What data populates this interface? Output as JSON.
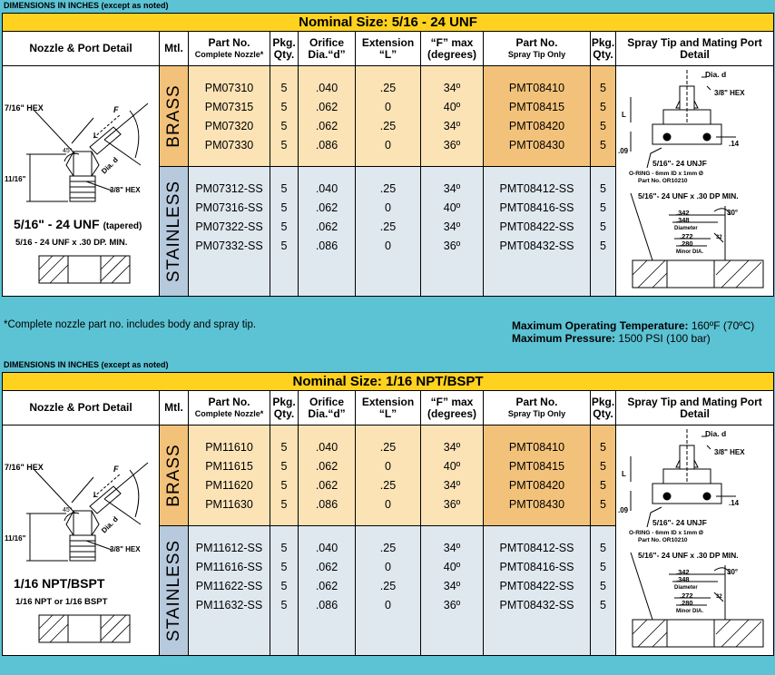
{
  "sections": [
    {
      "dims_label": "DIMENSIONS IN INCHES (except as noted)",
      "nominal": "Nominal Size: 5/16 - 24 UNF",
      "headers": {
        "nozzle": "Nozzle & Port Detail",
        "mtl": "Mtl.",
        "part_no": "Part No.",
        "part_no_sub": "Complete Nozzle*",
        "pkg": "Pkg. Qty.",
        "orifice": "Orifice Dia.“d”",
        "extension": "Extension “L”",
        "fmax": "“F” max (degrees)",
        "tip_part": "Part No.",
        "tip_part_sub": "Spray Tip Only",
        "tip_pkg": "Pkg. Qty.",
        "spray": "Spray Tip and Mating Port Detail"
      },
      "nozzle_detail": {
        "hex_top": "7/16\" HEX",
        "hex_bottom": "3/8\" HEX",
        "dim_f": "F",
        "dim_l": "L",
        "dim_d": "Dia. d",
        "angle": "45°",
        "height": "11/16\"",
        "thread_title": "5/16\" - 24 UNF",
        "thread_note": "(tapered)",
        "port_text": "5/16 - 24 UNF x .30 DP. MIN."
      },
      "brass": {
        "label": "BRASS",
        "part_nos": [
          "PM07310",
          "PM07315",
          "PM07320",
          "PM07330"
        ],
        "pkg": [
          "5",
          "5",
          "5",
          "5"
        ],
        "orifice": [
          ".040",
          ".062",
          ".062",
          ".086"
        ],
        "extension": [
          ".25",
          "0",
          ".25",
          "0"
        ],
        "fmax": [
          "34º",
          "40º",
          "34º",
          "36º"
        ],
        "tip_part_nos": [
          "PMT08410",
          "PMT08415",
          "PMT08420",
          "PMT08430"
        ],
        "tip_pkg": [
          "5",
          "5",
          "5",
          "5"
        ]
      },
      "stainless": {
        "label": "STAINLESS",
        "part_nos": [
          "PM07312-SS",
          "PM07316-SS",
          "PM07322-SS",
          "PM07332-SS"
        ],
        "pkg": [
          "5",
          "5",
          "5",
          "5"
        ],
        "orifice": [
          ".040",
          ".062",
          ".062",
          ".086"
        ],
        "extension": [
          ".25",
          "0",
          ".25",
          "0"
        ],
        "fmax": [
          "34º",
          "40º",
          "34º",
          "36º"
        ],
        "tip_part_nos": [
          "PMT08412-SS",
          "PMT08416-SS",
          "PMT08422-SS",
          "PMT08432-SS"
        ],
        "tip_pkg": [
          "5",
          "5",
          "5",
          "5"
        ]
      },
      "spray_detail": {
        "dia_d": "Dia. d",
        "hex": "3/8\" HEX",
        "l": "L",
        "dim_14": ".14",
        "dim_09": ".09",
        "thread": "5/16\"- 24 UNJF",
        "oring": "O-RING - 6mm ID x 1mm Ø",
        "oring_part": "Part No. OR10210",
        "port": "5/16\"- 24 UNF x .30 DP MIN.",
        "d342": ".342",
        "d348": ".348",
        "diameter": "Diameter",
        "d272": ".272",
        "d280": ".280",
        "minor": "Minor DIA.",
        "a30": "30°",
        "a32": "32"
      }
    },
    {
      "dims_label": "DIMENSIONS IN INCHES (except as noted)",
      "nominal": "Nominal Size: 1/16 NPT/BSPT",
      "headers": {
        "nozzle": "Nozzle & Port Detail",
        "mtl": "Mtl.",
        "part_no": "Part No.",
        "part_no_sub": "Complete Nozzle*",
        "pkg": "Pkg. Qty.",
        "orifice": "Orifice Dia.“d”",
        "extension": "Extension “L”",
        "fmax": "“F” max (degrees)",
        "tip_part": "Part No.",
        "tip_part_sub": "Spray Tip Only",
        "tip_pkg": "Pkg. Qty.",
        "spray": "Spray Tip and Mating Port Detail"
      },
      "nozzle_detail": {
        "hex_top": "7/16\" HEX",
        "hex_bottom": "3/8\" HEX",
        "dim_f": "F",
        "dim_l": "L",
        "dim_d": "Dia. d",
        "angle": "45°",
        "height": "11/16\"",
        "thread_title": "1/16 NPT/BSPT",
        "thread_note": "",
        "port_text": "1/16 NPT or 1/16 BSPT"
      },
      "brass": {
        "label": "BRASS",
        "part_nos": [
          "PM11610",
          "PM11615",
          "PM11620",
          "PM11630"
        ],
        "pkg": [
          "5",
          "5",
          "5",
          "5"
        ],
        "orifice": [
          ".040",
          ".062",
          ".062",
          ".086"
        ],
        "extension": [
          ".25",
          "0",
          ".25",
          "0"
        ],
        "fmax": [
          "34º",
          "40º",
          "34º",
          "36º"
        ],
        "tip_part_nos": [
          "PMT08410",
          "PMT08415",
          "PMT08420",
          "PMT08430"
        ],
        "tip_pkg": [
          "5",
          "5",
          "5",
          "5"
        ]
      },
      "stainless": {
        "label": "STAINLESS",
        "part_nos": [
          "PM11612-SS",
          "PM11616-SS",
          "PM11622-SS",
          "PM11632-SS"
        ],
        "pkg": [
          "5",
          "5",
          "5",
          "5"
        ],
        "orifice": [
          ".040",
          ".062",
          ".062",
          ".086"
        ],
        "extension": [
          ".25",
          "0",
          ".25",
          "0"
        ],
        "fmax": [
          "34º",
          "40º",
          "34º",
          "36º"
        ],
        "tip_part_nos": [
          "PMT08412-SS",
          "PMT08416-SS",
          "PMT08422-SS",
          "PMT08432-SS"
        ],
        "tip_pkg": [
          "5",
          "5",
          "5",
          "5"
        ]
      },
      "spray_detail": {
        "dia_d": "Dia. d",
        "hex": "3/8\" HEX",
        "l": "L",
        "dim_14": ".14",
        "dim_09": ".09",
        "thread": "5/16\"- 24 UNJF",
        "oring": "O-RING - 6mm ID x 1mm Ø",
        "oring_part": "Part No. OR10210",
        "port": "5/16\"- 24 UNF x .30 DP MIN.",
        "d342": ".342",
        "d348": ".348",
        "diameter": "Diameter",
        "d272": ".272",
        "d280": ".280",
        "minor": "Minor DIA.",
        "a30": "30°",
        "a32": "32"
      }
    }
  ],
  "footnote": "*Complete nozzle part no. includes body and spray tip.",
  "max_temp_label": "Maximum Operating Temperature:",
  "max_temp_value": "160ºF (70ºC)",
  "max_pressure_label": "Maximum Pressure:",
  "max_pressure_value": "1500 PSI (100 bar)"
}
